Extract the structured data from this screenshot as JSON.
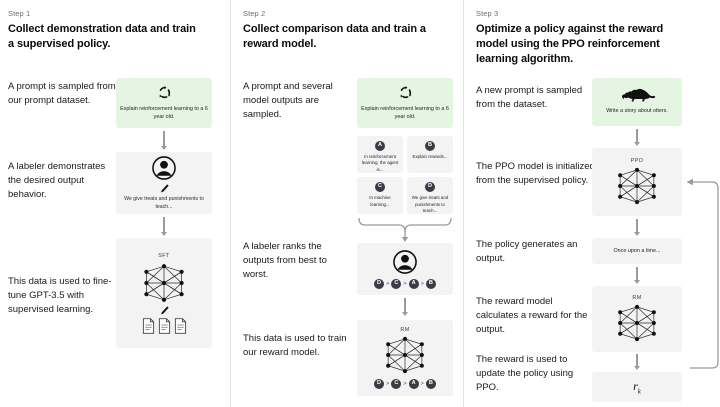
{
  "diagram": {
    "title_note": "RLHF three-step training diagram",
    "columns": [
      {
        "step_label": "Step 1",
        "step_title": "Collect demonstration data and train a supervised policy.",
        "captions": [
          "A prompt is sampled from our prompt dataset.",
          "A labeler demonstrates the desired output behavior.",
          "This data is used to fine-tune GPT-3.5 with supervised learning."
        ],
        "boxes": [
          {
            "kind": "prompt",
            "icon": "recycle-icon",
            "text": "Explain reinforcement learning to a 6 year old."
          },
          {
            "kind": "labeler",
            "icon": "person-icon",
            "pencil": "pencil-icon",
            "text": "We give treats and punishments to teach..."
          },
          {
            "kind": "model",
            "label": "SFT",
            "icon": "neural-network-icon",
            "pencil": "pencil-icon",
            "docs": 3
          }
        ]
      },
      {
        "step_label": "Step 2",
        "step_title": "Collect comparison data and train a reward model.",
        "captions": [
          "A prompt and several model outputs are sampled.",
          "A labeler ranks the outputs from best to worst.",
          "This data is used to train our reward model."
        ],
        "boxes": [
          {
            "kind": "prompt",
            "icon": "recycle-icon",
            "text": "Explain reinforcement learning to a 6 year old."
          },
          {
            "kind": "outputs",
            "cards": [
              {
                "letter": "A",
                "text": "In reinforcement learning, the agent is..."
              },
              {
                "letter": "B",
                "text": "Explain rewards..."
              },
              {
                "letter": "C",
                "text": "In machine learning..."
              },
              {
                "letter": "D",
                "text": "We give treats and punishments to teach..."
              }
            ]
          },
          {
            "kind": "labeler-rank",
            "icon": "person-icon",
            "ranking": [
              "D",
              "C",
              "A",
              "B"
            ],
            "separator": ">"
          },
          {
            "kind": "model-rank",
            "label": "RM",
            "icon": "neural-network-icon",
            "ranking": [
              "D",
              "C",
              "A",
              "B"
            ],
            "separator": ">"
          }
        ]
      },
      {
        "step_label": "Step 3",
        "step_title": "Optimize a policy against the reward model using the PPO reinforcement learning algorithm.",
        "captions": [
          "A new prompt is sampled from the dataset.",
          "The PPO model is initialized from the supervised policy.",
          "The policy generates an output.",
          "The reward model calculates a reward for the output.",
          "The reward is used to update the policy using PPO."
        ],
        "boxes": [
          {
            "kind": "prompt",
            "icon": "otter-icon",
            "text": "Write a story about otters."
          },
          {
            "kind": "model",
            "label": "PPO",
            "icon": "neural-network-icon"
          },
          {
            "kind": "output",
            "text": "Once upon a time..."
          },
          {
            "kind": "model",
            "label": "RM",
            "icon": "neural-network-icon"
          },
          {
            "kind": "reward",
            "symbol": "r",
            "subscript": "k"
          }
        ]
      }
    ],
    "colors": {
      "prompt_green": "#e4f5e2",
      "box_gray": "#f3f3f3",
      "arrow_gray": "#9b9b9b",
      "pill_dark": "#3b3b46",
      "divider": "#e2e2e2"
    }
  }
}
